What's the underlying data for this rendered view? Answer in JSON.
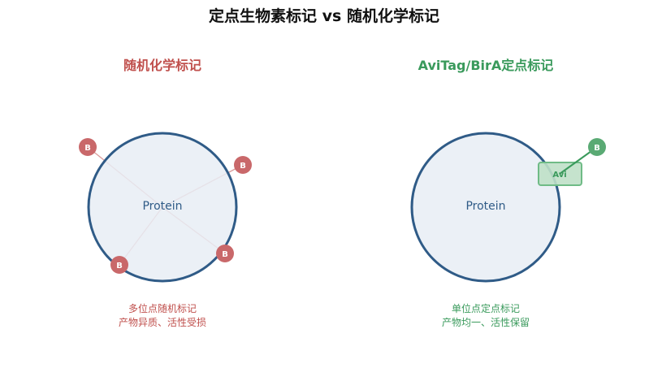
{
  "title": "定点生物素标记 vs 随机化学标记",
  "colors": {
    "random": "#c0504d",
    "random_marker": "#c9686a",
    "random_line": "#d99a9a",
    "site": "#3a9a5c",
    "site_marker": "#5aaa74",
    "tag_fill": "#bfe0c8",
    "tag_stroke": "#6fbb86",
    "protein_fill": "#e8edf4",
    "protein_stroke": "#2f5b87"
  },
  "left_panel": {
    "title": "随机化学标记",
    "protein_label": "Protein",
    "biotins": [
      "B",
      "B",
      "B",
      "B"
    ],
    "caption_line1": "多位点随机标记",
    "caption_line2": "产物异质、活性受损"
  },
  "right_panel": {
    "title": "AviTag/BirA定点标记",
    "protein_label": "Protein",
    "tag_label": "Avi",
    "biotin": "B",
    "caption_line1": "单位点定点标记",
    "caption_line2": "产物均一、活性保留"
  }
}
